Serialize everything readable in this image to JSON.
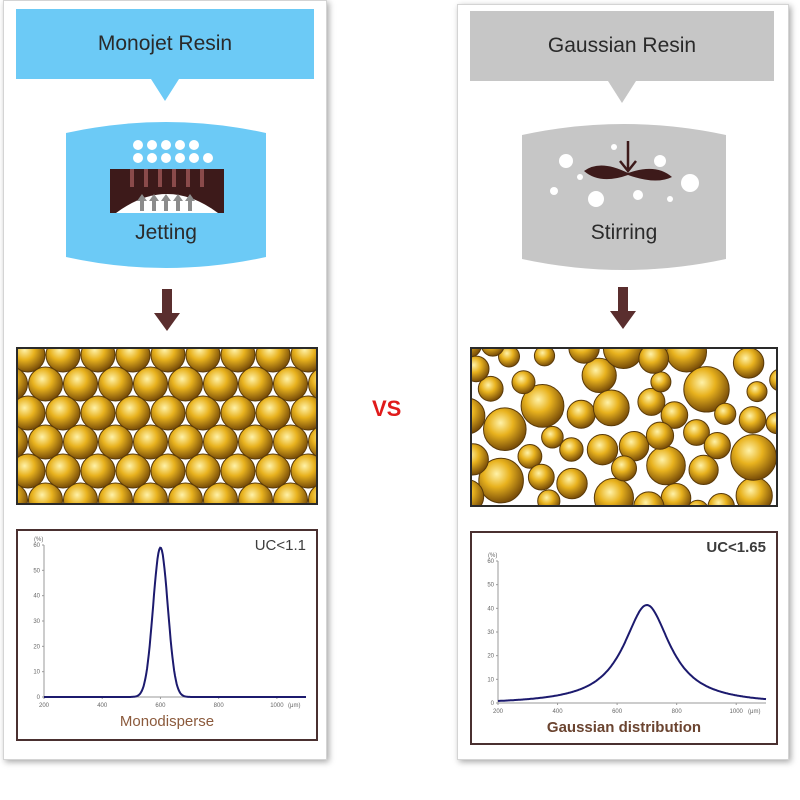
{
  "colors": {
    "left_accent": "#6ccaf6",
    "right_accent": "#c6c6c6",
    "arrow": "#5a2e2e",
    "vs": "#e01b1b",
    "curve": "#1c1a6e",
    "bead_fill": "#e8b21e",
    "bead_edge": "#7a4e08"
  },
  "vs_label": "VS",
  "left": {
    "title": "Monojet Resin",
    "process_label": "Jetting",
    "process_icon": "nozzle-plate-icon",
    "uc_label": "UC<1.1",
    "chart_caption": "Monodisperse"
  },
  "right": {
    "title": "Gaussian Resin",
    "process_label": "Stirring",
    "process_icon": "stirrer-blade-icon",
    "uc_label": "UC<1.65",
    "chart_caption": "Gaussian distribution"
  },
  "chart_data": [
    {
      "type": "line",
      "ylabel": "(%)",
      "xlabel": "(μm)",
      "xlim": [
        200,
        1100
      ],
      "ylim": [
        0,
        60
      ],
      "x_ticks": [
        200,
        400,
        600,
        800,
        1000
      ],
      "y_ticks": [
        0,
        10,
        20,
        30,
        40,
        50,
        60
      ],
      "series": [
        {
          "peak_x": 600,
          "peak_y": 59,
          "half_width": 32,
          "shape": "narrow-peak"
        }
      ]
    },
    {
      "type": "line",
      "ylabel": "(%)",
      "xlabel": "(μm)",
      "xlim": [
        200,
        1100
      ],
      "ylim": [
        0,
        60
      ],
      "x_ticks": [
        200,
        400,
        600,
        800,
        1000
      ],
      "y_ticks": [
        0,
        10,
        20,
        30,
        40,
        50,
        60
      ],
      "series": [
        {
          "peak_x": 700,
          "peak_y": 42,
          "half_width": 95,
          "shape": "lorentzian-peak"
        }
      ]
    }
  ]
}
